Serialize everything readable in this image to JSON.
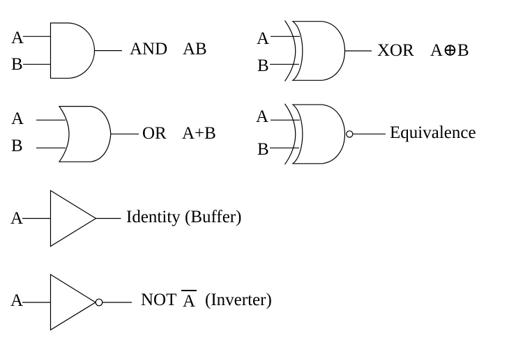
{
  "colors": {
    "ink": "#000000",
    "background": "#ffffff"
  },
  "gates": {
    "and": {
      "input_a": "A",
      "input_b": "B",
      "name": "AND",
      "expression": "AB"
    },
    "xor": {
      "input_a": "A",
      "input_b": "B",
      "name": "XOR",
      "expression": "A⊕B"
    },
    "or": {
      "input_a": "A",
      "input_b": "B",
      "name": "OR",
      "expression": "A+B"
    },
    "equivalence": {
      "input_a": "A",
      "input_b": "B",
      "name": "Equivalence"
    },
    "identity": {
      "input_a": "A",
      "name": "Identity (Buffer)"
    },
    "not": {
      "input_a": "A",
      "name": "NOT",
      "expression": "A",
      "expression_overline": true,
      "suffix": "(Inverter)"
    }
  }
}
